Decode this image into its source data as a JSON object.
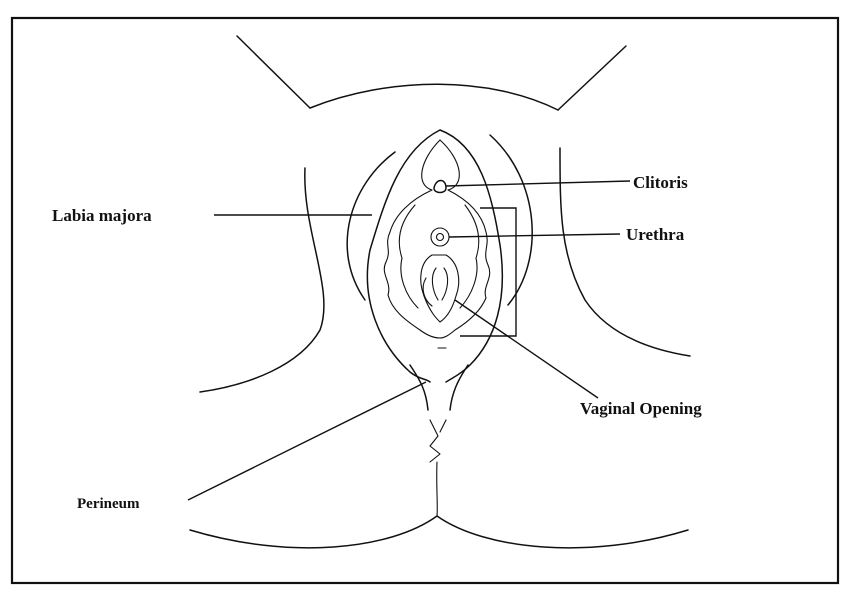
{
  "diagram": {
    "labels": {
      "clitoris": "Clitoris",
      "labia_majora": "Labia majora",
      "urethra": "Urethra",
      "vaginal_opening": "Vaginal Opening",
      "perineum": "Perineum"
    },
    "colors": {
      "ink": "#111111",
      "background": "#ffffff"
    }
  }
}
